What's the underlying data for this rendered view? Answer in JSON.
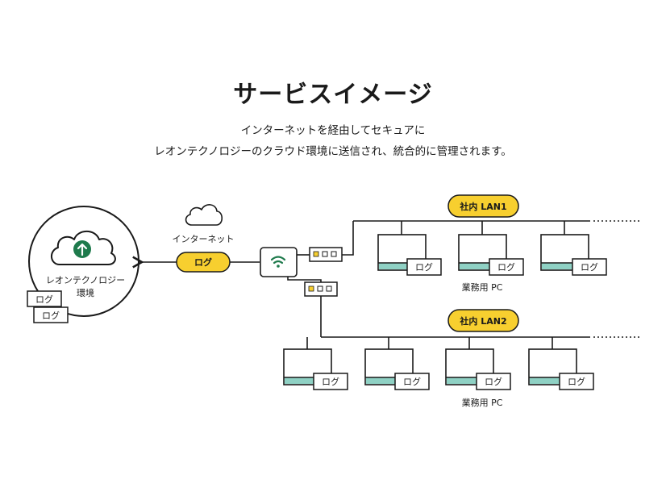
{
  "page": {
    "title": "サービスイメージ",
    "subtitle_line1": "インターネットを経由してセキュアに",
    "subtitle_line2": "レオンテクノロジーのクラウド環境に送信され、統合的に管理されます。"
  },
  "diagram": {
    "cloud_environment_label_line1": "レオンテクノロジー",
    "cloud_environment_label_line2": "環境",
    "internet_label": "インターネット",
    "log_label": "ログ",
    "lan1_label": "社内 LAN1",
    "lan2_label": "社内 LAN2",
    "business_pc_label": "業務用 PC"
  },
  "colors": {
    "accent_yellow": "#f7cf2f",
    "accent_green": "#1e7a4c",
    "accent_teal": "#8fd1c4",
    "line": "#1a1a1a"
  },
  "icons": [
    "cloud-upload-icon",
    "internet-cloud-icon",
    "wifi-router-icon",
    "network-hub-icon",
    "monitor-icon"
  ]
}
